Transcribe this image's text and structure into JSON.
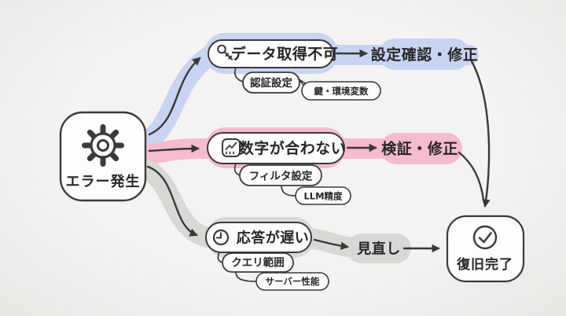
{
  "diagram_title": "error-troubleshooting-flowchart",
  "colors": {
    "ribbon_blue": "#c8d4f2",
    "ribbon_pink": "#f6bccd",
    "ribbon_gray": "#d9d8d5",
    "line": "#3a3a3a",
    "text": "#262626",
    "node_fill": "#fdfdfb",
    "background": "#f1f0ee"
  },
  "nodes": {
    "start": {
      "label": "エラー発生",
      "icon": "broken-gear"
    },
    "end": {
      "label": "復旧完了",
      "icon": "check-circle"
    },
    "branches": [
      {
        "id": "data-fetch",
        "ribbon_color": "#c8d4f2",
        "cause": {
          "label": "データ取得不可",
          "icon": "key"
        },
        "sub": "認証設定",
        "subsub": "鍵・環境変数",
        "action": "設定確認・修正"
      },
      {
        "id": "wrong-numbers",
        "ribbon_color": "#f6bccd",
        "cause": {
          "label": "数字が合わない",
          "icon": "chart"
        },
        "sub": "フィルタ設定",
        "subsub": "LLM精度",
        "action": "検証・修正"
      },
      {
        "id": "slow-response",
        "ribbon_color": "#d9d8d5",
        "cause": {
          "label": "応答が遅い",
          "icon": "clock"
        },
        "sub": "クエリ範囲",
        "subsub": "サーバー性能",
        "action": "見直し"
      }
    ]
  }
}
